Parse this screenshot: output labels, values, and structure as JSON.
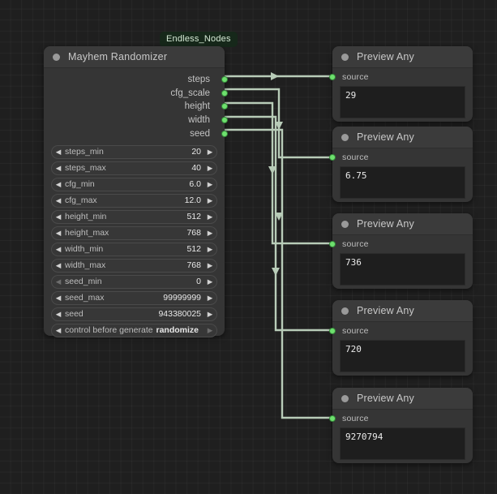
{
  "canvas": {
    "background": "#1f1f1f",
    "grid": "on",
    "link_color": "#b8ccb8",
    "port_color": "#6ee06e"
  },
  "badge": {
    "label": "Endless_Nodes"
  },
  "main_node": {
    "title": "Mayhem Randomizer",
    "collapse_icon": "circle-icon",
    "outputs": [
      {
        "label": "steps"
      },
      {
        "label": "cfg_scale"
      },
      {
        "label": "height"
      },
      {
        "label": "width"
      },
      {
        "label": "seed"
      }
    ],
    "widgets": [
      {
        "name": "steps_min",
        "value": "20",
        "type": "number",
        "left_arrow": "left-arrow-icon",
        "right_arrow": "right-arrow-icon",
        "left_enabled": true,
        "right_enabled": true
      },
      {
        "name": "steps_max",
        "value": "40",
        "type": "number",
        "left_arrow": "left-arrow-icon",
        "right_arrow": "right-arrow-icon",
        "left_enabled": true,
        "right_enabled": true
      },
      {
        "name": "cfg_min",
        "value": "6.0",
        "type": "number",
        "left_arrow": "left-arrow-icon",
        "right_arrow": "right-arrow-icon",
        "left_enabled": true,
        "right_enabled": true
      },
      {
        "name": "cfg_max",
        "value": "12.0",
        "type": "number",
        "left_arrow": "left-arrow-icon",
        "right_arrow": "right-arrow-icon",
        "left_enabled": true,
        "right_enabled": true
      },
      {
        "name": "height_min",
        "value": "512",
        "type": "number",
        "left_arrow": "left-arrow-icon",
        "right_arrow": "right-arrow-icon",
        "left_enabled": true,
        "right_enabled": true
      },
      {
        "name": "height_max",
        "value": "768",
        "type": "number",
        "left_arrow": "left-arrow-icon",
        "right_arrow": "right-arrow-icon",
        "left_enabled": true,
        "right_enabled": true
      },
      {
        "name": "width_min",
        "value": "512",
        "type": "number",
        "left_arrow": "left-arrow-icon",
        "right_arrow": "right-arrow-icon",
        "left_enabled": true,
        "right_enabled": true
      },
      {
        "name": "width_max",
        "value": "768",
        "type": "number",
        "left_arrow": "left-arrow-icon",
        "right_arrow": "right-arrow-icon",
        "left_enabled": true,
        "right_enabled": true
      },
      {
        "name": "seed_min",
        "value": "0",
        "type": "number",
        "left_arrow": "left-arrow-icon",
        "right_arrow": "right-arrow-icon",
        "left_enabled": false,
        "right_enabled": true
      },
      {
        "name": "seed_max",
        "value": "99999999",
        "type": "number",
        "left_arrow": "left-arrow-icon",
        "right_arrow": "right-arrow-icon",
        "left_enabled": true,
        "right_enabled": true
      },
      {
        "name": "seed",
        "value": "943380025",
        "type": "number",
        "left_arrow": "left-arrow-icon",
        "right_arrow": "right-arrow-icon",
        "left_enabled": true,
        "right_enabled": true
      },
      {
        "name": "control before generate",
        "value": "randomize",
        "type": "combo",
        "left_arrow": "left-arrow-icon",
        "right_arrow": "right-arrow-icon",
        "left_enabled": true,
        "right_enabled": false
      }
    ]
  },
  "preview_nodes": [
    {
      "title": "Preview Any",
      "input_label": "source",
      "value": "29"
    },
    {
      "title": "Preview Any",
      "input_label": "source",
      "value": "6.75"
    },
    {
      "title": "Preview Any",
      "input_label": "source",
      "value": "736"
    },
    {
      "title": "Preview Any",
      "input_label": "source",
      "value": "720"
    },
    {
      "title": "Preview Any",
      "input_label": "source",
      "value": "9270794"
    }
  ]
}
